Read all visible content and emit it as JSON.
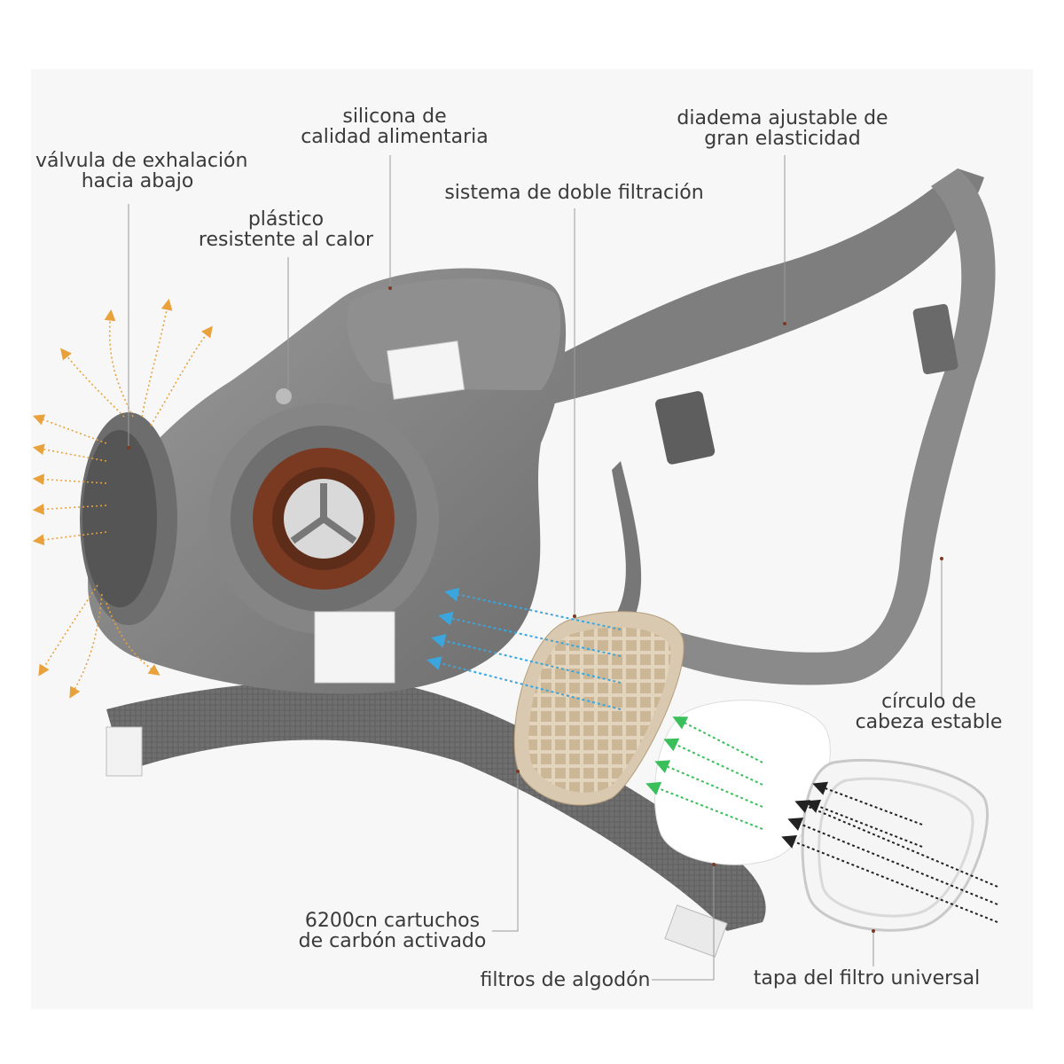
{
  "labels": {
    "exhalation_valve": [
      "válvula de exhalación",
      "hacia abajo"
    ],
    "food_silicone": [
      "silicona de",
      "calidad alimentaria"
    ],
    "adjustable_headband": [
      "diadema ajustable de",
      "gran elasticidad"
    ],
    "heat_plastic": [
      "plástico",
      "resistente al calor"
    ],
    "double_filtration": [
      "sistema de doble filtración"
    ],
    "stable_head_circle": [
      "círculo de",
      "cabeza estable"
    ],
    "carbon_cartridges": [
      "6200cn cartuchos",
      "de carbón activado"
    ],
    "cotton_filters": [
      "filtros de algodón"
    ],
    "universal_filter_cap": [
      "tapa del filtro universal"
    ]
  },
  "colors": {
    "mask_gray": "#8a8a8a",
    "strap_gray": "#7c7c7c",
    "seal_brown": "#7a3a22",
    "cartridge_tan": "#d9c9b0",
    "air_out_orange": "#e9a23b",
    "air_in_blue": "#3aa6dd",
    "air_in_green": "#3bbf5a",
    "air_in_black": "#222222"
  },
  "icons": [
    "exhaled-air-arrows",
    "inhaled-air-arrows"
  ]
}
